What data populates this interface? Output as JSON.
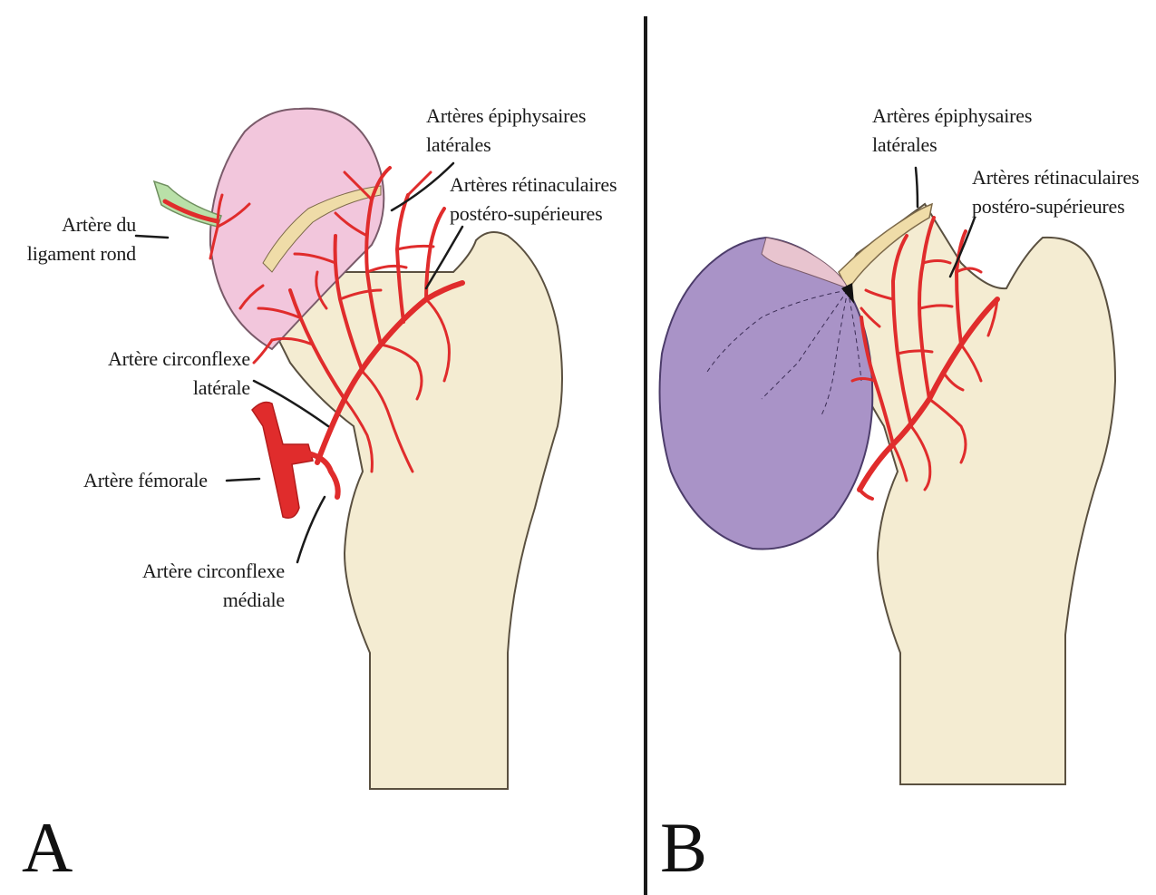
{
  "panels": [
    {
      "letter": "A",
      "labels": {
        "lateral_epiphyseal_1": "Artères épiphysaires",
        "lateral_epiphyseal_2": "latérales",
        "retinacular_1": "Artères rétinaculaires",
        "retinacular_2": "postéro-supérieures",
        "round_ligament_1": "Artère du",
        "round_ligament_2": "ligament rond",
        "lateral_circumflex_1": "Artère circonflexe",
        "lateral_circumflex_2": "latérale",
        "femoral": "Artère fémorale",
        "medial_circumflex_1": "Artère circonflexe",
        "medial_circumflex_2": "médiale"
      }
    },
    {
      "letter": "B",
      "labels": {
        "lateral_epiphyseal_1": "Artères épiphysaires",
        "lateral_epiphyseal_2": "latérales",
        "retinacular_1": "Artères rétinaculaires",
        "retinacular_2": "postéro-supérieures"
      }
    }
  ],
  "colors": {
    "bone": "#f4ecd2",
    "bone_stroke": "#5a5040",
    "artery": "#e02c2c",
    "femoral_head_A": "#f2c6dc",
    "femoral_head_B": "#a993c7",
    "ligament_green": "#b9e0a8",
    "divider": "#1a1a1a"
  }
}
